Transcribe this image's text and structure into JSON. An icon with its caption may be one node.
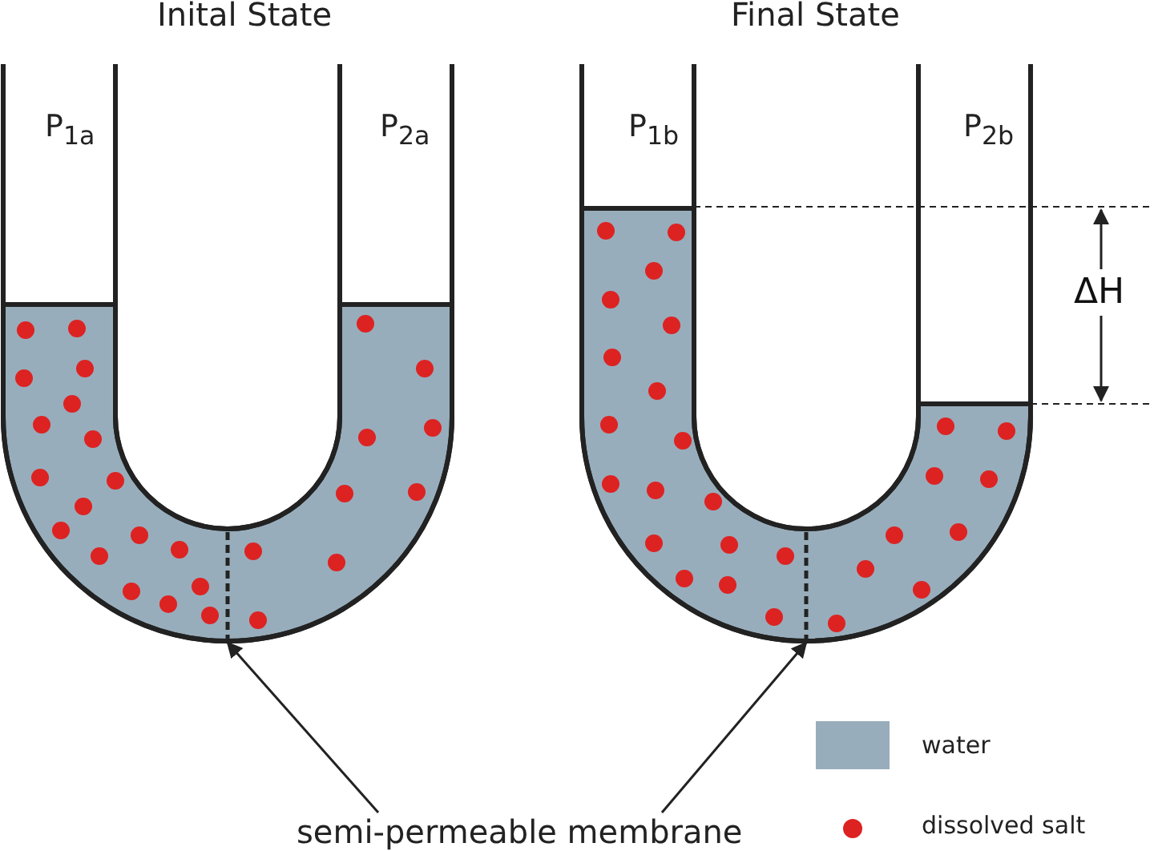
{
  "diagram": {
    "nodes": [
      {
        "text": [
          "semi-permeable membrane"
        ]
      },
      {
        "text": [],
        "shape": "line"
      },
      {
        "text": [],
        "shape": "line"
      }
    ],
    "edges": [
      {
        "from": 0,
        "to": 1,
        "arrow": "to"
      },
      {
        "from": 0,
        "to": 2,
        "arrow": "to"
      }
    ],
    "labels": [
      "Inital State",
      "Final State",
      "P$_{1a}$",
      "P$_{2a}$",
      "P$_{1b}$",
      "P$_{2b}$",
      "ΔH"
    ],
    "legend": [
      {
        "text": "water",
        "color": "#98adbb"
      },
      {
        "text": "dissolved salt",
        "color": "#dd2222"
      }
    ]
  }
}
